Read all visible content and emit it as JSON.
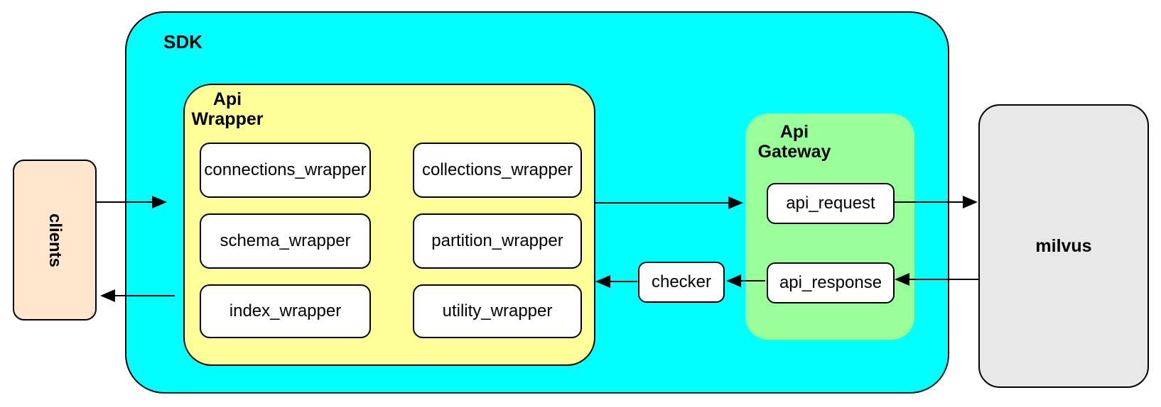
{
  "colors": {
    "background": "#FFFFFF",
    "sdk_fill": "#00FFFF",
    "api_wrapper_fill": "#FFFF99",
    "api_gateway_fill": "#99FF99",
    "clients_fill": "#FFE6CC",
    "milvus_fill": "#E8E8E8",
    "module_fill": "#FFFFFF",
    "stroke": "#000000"
  },
  "diagram": {
    "clients": {
      "label": "clients"
    },
    "sdk": {
      "label": "SDK"
    },
    "api_wrapper": {
      "label_line1": "Api",
      "label_line2": "Wrapper",
      "modules": [
        {
          "label": "connections_wrapper"
        },
        {
          "label": "collections_wrapper"
        },
        {
          "label": "schema_wrapper"
        },
        {
          "label": "partition_wrapper"
        },
        {
          "label": "index_wrapper"
        },
        {
          "label": "utility_wrapper"
        }
      ]
    },
    "checker": {
      "label": "checker"
    },
    "api_gateway": {
      "label_line1": "Api",
      "label_line2": "Gateway",
      "modules": [
        {
          "label": "api_request"
        },
        {
          "label": "api_response"
        }
      ]
    },
    "milvus": {
      "label": "milvus"
    },
    "edges": [
      {
        "from": "clients",
        "to": "SDK",
        "direction": "right"
      },
      {
        "from": "Api Wrapper",
        "to": "Api Gateway",
        "direction": "right"
      },
      {
        "from": "api_request",
        "to": "milvus",
        "direction": "right"
      },
      {
        "from": "milvus",
        "to": "api_response",
        "direction": "left"
      },
      {
        "from": "api_response",
        "to": "checker",
        "direction": "left"
      },
      {
        "from": "checker",
        "to": "Api Wrapper",
        "direction": "left"
      },
      {
        "from": "Api Wrapper",
        "to": "clients",
        "direction": "left"
      }
    ]
  }
}
